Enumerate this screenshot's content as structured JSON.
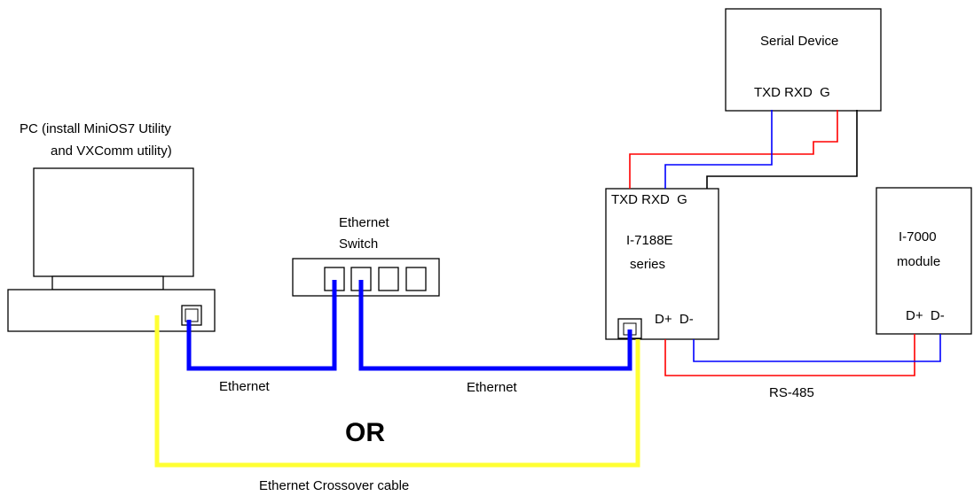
{
  "pc": {
    "label_line1": "PC (install MiniOS7 Utility",
    "label_line2": "and VXComm utility)"
  },
  "switch": {
    "label_line1": "Ethernet",
    "label_line2": "Switch"
  },
  "serial_device": {
    "title": "Serial Device",
    "pins": "TXD RXD  G"
  },
  "i7188e": {
    "pins_top": "TXD RXD  G",
    "name_line1": "I-7188E",
    "name_line2": "series",
    "pins_bottom": "D+  D-"
  },
  "i7000": {
    "name_line1": "I-7000",
    "name_line2": "module",
    "pins_bottom": "D+  D-"
  },
  "cables": {
    "ethernet_left": "Ethernet",
    "ethernet_right": "Ethernet",
    "rs485": "RS-485",
    "crossover": "Ethernet Crossover cable",
    "or": "OR"
  },
  "colors": {
    "ethernet": "#0000ff",
    "crossover": "#ffff33",
    "txd_wire": "#ff0000",
    "rxd_wire": "#0000ff",
    "ground_wire": "#000000"
  }
}
